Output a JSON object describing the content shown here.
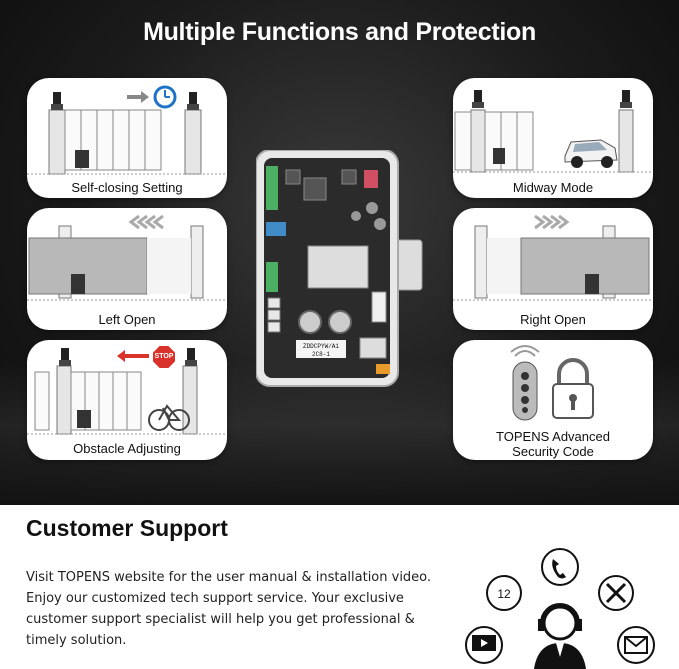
{
  "header": {
    "title": "Multiple Functions and Protection"
  },
  "features": [
    {
      "label": "Self-closing Setting"
    },
    {
      "label": "Midway Mode"
    },
    {
      "label": "Left Open"
    },
    {
      "label": "Right Open"
    },
    {
      "label": "Obstacle Adjusting"
    },
    {
      "label_line1": "TOPENS Advanced",
      "label_line2": "Security Code"
    }
  ],
  "board": {
    "label_line1": "ZDDCPYW/A1",
    "label_line2": "2C8-1"
  },
  "stop_sign": {
    "text": "STOP"
  },
  "support": {
    "title": "Customer Support",
    "lines": [
      "Visit TOPENS website for the user manual & installation video.",
      "Enjoy our customized tech support service. Your exclusive",
      "customer support specialist will help you get professional &",
      "timely solution."
    ],
    "clock_badge": "12"
  },
  "colors": {
    "dark_bg": "#1b1b1b",
    "arrow_red": "#d8322a",
    "clock_blue": "#1e73c8"
  }
}
